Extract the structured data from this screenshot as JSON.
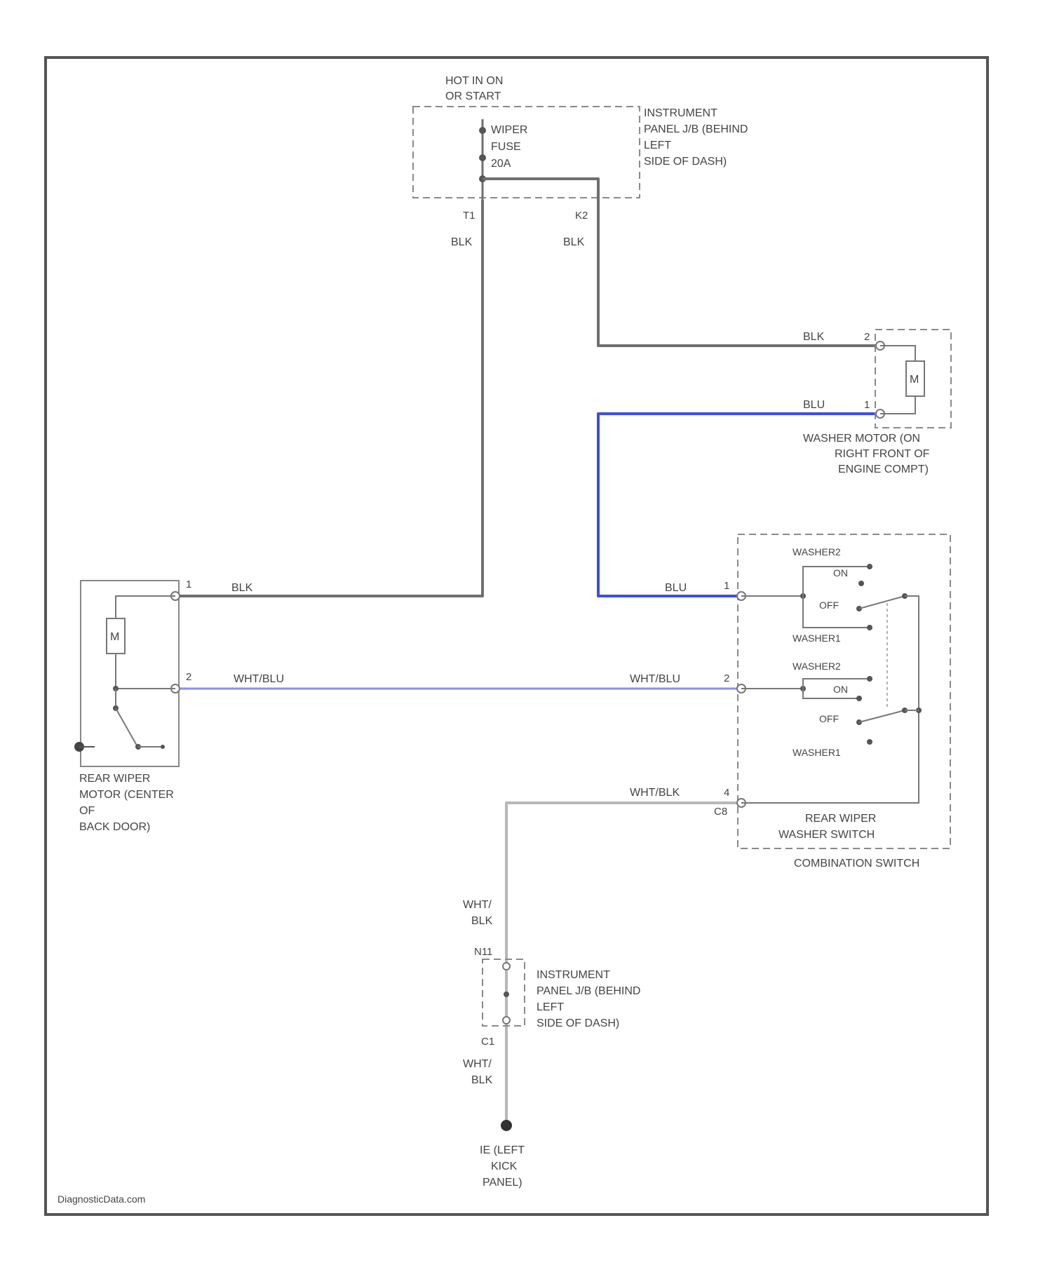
{
  "colors": {
    "border": "#555555",
    "wire_black": "#6f6f6f",
    "wire_blue": "#3d4fe0",
    "wire_white_blue": "#8a8ef0",
    "wire_white_black": "#b8b8b8",
    "text": "#444444"
  },
  "fuse_block": {
    "supply": [
      "HOT IN ON",
      "OR START"
    ],
    "fuse": [
      "WIPER",
      "FUSE",
      "20A"
    ],
    "location": [
      "INSTRUMENT",
      "PANEL J/B (BEHIND",
      "LEFT",
      "SIDE OF DASH)"
    ],
    "pin_left": "T1",
    "pin_right": "K2"
  },
  "wires": {
    "blk": "BLK",
    "blu": "BLU",
    "wht_blu": "WHT/BLU",
    "wht_blk": "WHT/BLK",
    "wht_blk_split": [
      "WHT/",
      "BLK"
    ]
  },
  "washer_motor": {
    "symbol": "M",
    "pins": [
      "2",
      "1"
    ],
    "label": [
      "WASHER MOTOR (ON",
      "RIGHT FRONT OF",
      "ENGINE COMPT)"
    ]
  },
  "rear_wiper_motor": {
    "symbol": "M",
    "pins": [
      "1",
      "2"
    ],
    "label": [
      "REAR WIPER",
      "MOTOR (CENTER",
      "OF",
      "BACK DOOR)"
    ]
  },
  "combination_switch": {
    "pins": [
      "1",
      "2",
      "4"
    ],
    "connector": "C8",
    "positions_top": [
      "WASHER2",
      "ON",
      "OFF",
      "WASHER1"
    ],
    "positions_bottom": [
      "WASHER2",
      "ON",
      "OFF",
      "WASHER1"
    ],
    "inner_label": [
      "REAR WIPER",
      "WASHER SWITCH"
    ],
    "outer_label": "COMBINATION SWITCH"
  },
  "junction_block_lower": {
    "pin_top": "N11",
    "pin_bottom": "C1",
    "label": [
      "INSTRUMENT",
      "PANEL J/B (BEHIND",
      "LEFT",
      "SIDE OF DASH)"
    ]
  },
  "ground": {
    "label": [
      "IE (LEFT",
      "KICK",
      "PANEL)"
    ]
  },
  "watermark": "DiagnosticData.com"
}
